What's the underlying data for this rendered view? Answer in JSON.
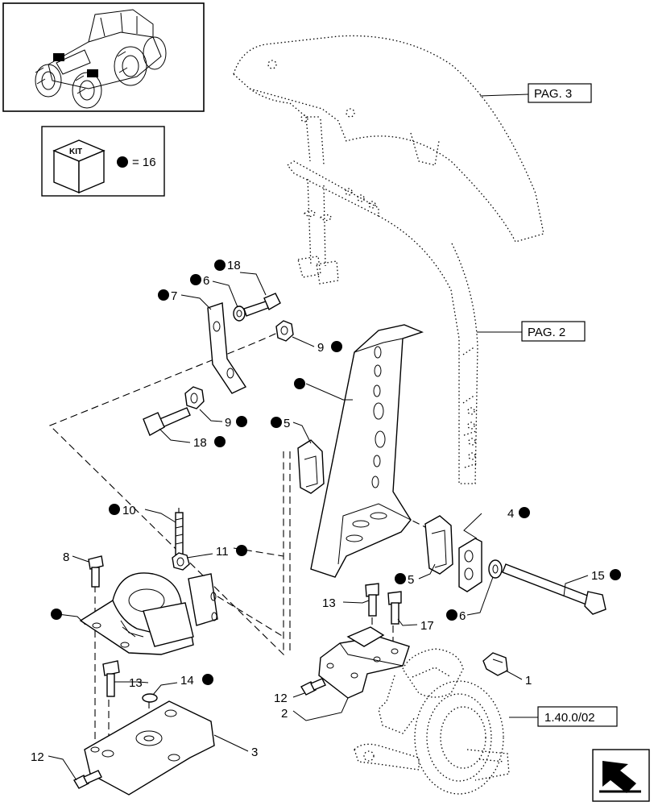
{
  "kit": {
    "tag": "KIT",
    "equation": "= 16"
  },
  "refs": {
    "pag3": "PAG. 3",
    "pag2": "PAG. 2",
    "group": "1.40.0/02"
  },
  "callouts": {
    "c18a": "18",
    "c6a": "6",
    "c7": "7",
    "c9a": "9",
    "c9b": "9",
    "c18b": "18",
    "c5a": "5",
    "c10": "10",
    "c8": "8",
    "c11": "11",
    "c4": "4",
    "c15": "15",
    "c5b": "5",
    "c6b": "6",
    "c13a": "13",
    "c17": "17",
    "c1": "1",
    "c13b": "13",
    "c14": "14",
    "c12a": "12",
    "c2": "2",
    "c3": "3",
    "c12b": "12"
  },
  "icons": {
    "thumbnail": "tractor-thumbnail-icon",
    "kit": "kit-box-icon",
    "nav": "next-page-arrow-icon"
  }
}
